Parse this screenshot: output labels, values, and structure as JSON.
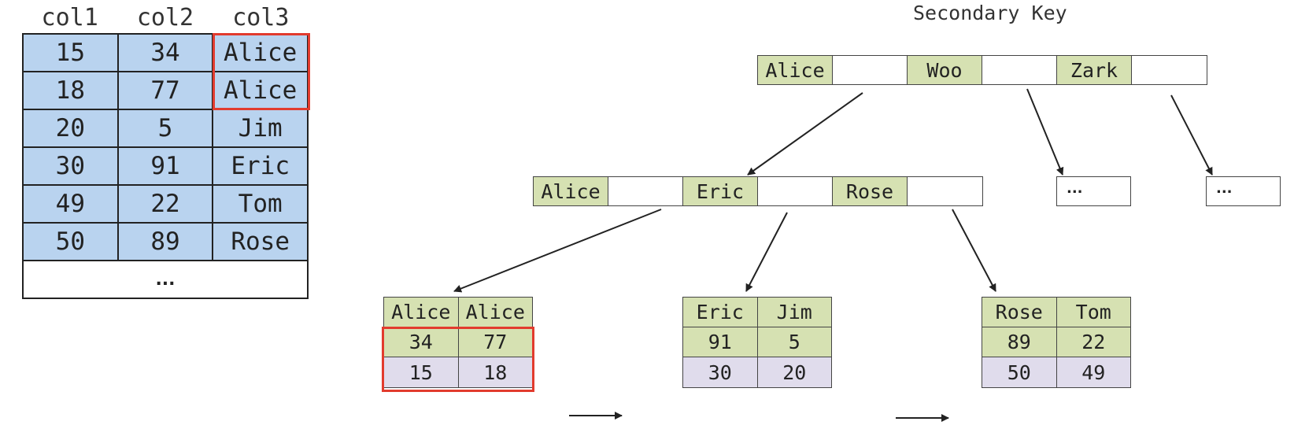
{
  "table": {
    "headers": [
      "col1",
      "col2",
      "col3"
    ],
    "rows": [
      [
        "15",
        "34",
        "Alice"
      ],
      [
        "18",
        "77",
        "Alice"
      ],
      [
        "20",
        "5",
        "Jim"
      ],
      [
        "30",
        "91",
        "Eric"
      ],
      [
        "49",
        "22",
        "Tom"
      ],
      [
        "50",
        "89",
        "Rose"
      ]
    ],
    "ellipsis": "..."
  },
  "tree": {
    "title": "Secondary Key",
    "root": {
      "keys": [
        "Alice",
        "Woo",
        "Zark"
      ]
    },
    "inner": {
      "keys": [
        "Alice",
        "Eric",
        "Rose"
      ]
    },
    "stubs": [
      "...",
      "..."
    ],
    "leaves": [
      {
        "keys": [
          "Alice",
          "Alice"
        ],
        "col2": [
          "34",
          "77"
        ],
        "col1": [
          "15",
          "18"
        ]
      },
      {
        "keys": [
          "Eric",
          "Jim"
        ],
        "col2": [
          "91",
          "5"
        ],
        "col1": [
          "30",
          "20"
        ]
      },
      {
        "keys": [
          "Rose",
          "Tom"
        ],
        "col2": [
          "89",
          "22"
        ],
        "col1": [
          "50",
          "49"
        ]
      }
    ]
  },
  "colors": {
    "table_cell": "#b9d3ef",
    "key_cell": "#d6e1b2",
    "row_id_cell": "#e0dcec",
    "highlight": "#e23b2e"
  }
}
